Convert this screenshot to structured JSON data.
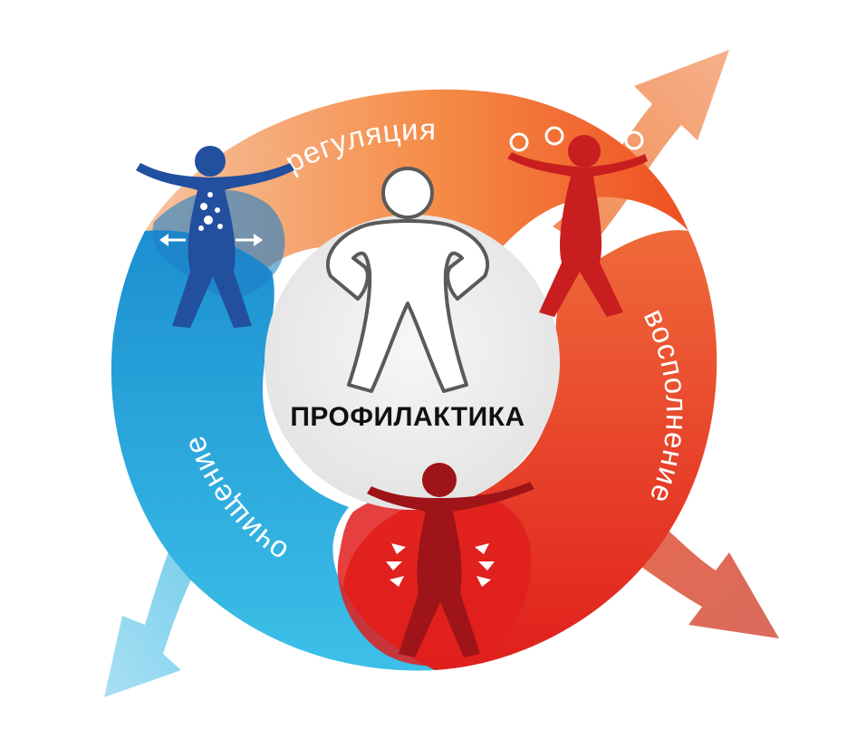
{
  "diagram": {
    "center": {
      "label": "ПРОФИЛАКТИКА"
    },
    "stages": [
      {
        "key": "regulation",
        "label": "регуляция",
        "color": "#f57a2e"
      },
      {
        "key": "replenishment",
        "label": "восполнение",
        "color": "#e8312b"
      },
      {
        "key": "cleansing",
        "label": "очищение",
        "color": "#2aa9dc"
      }
    ],
    "colors": {
      "orange": "#f57a2e",
      "peach": "#f6b07c",
      "red": "#e8312b",
      "dark_red": "#b51c1f",
      "blue": "#2aa9dc",
      "dark_blue": "#234f9f",
      "center_bg": "#ececec"
    },
    "icons": [
      "person-standing-hands-on-hips-icon",
      "person-arms-out-blue-icon",
      "person-juggling-red-icon",
      "person-arms-raised-red-icon"
    ]
  }
}
